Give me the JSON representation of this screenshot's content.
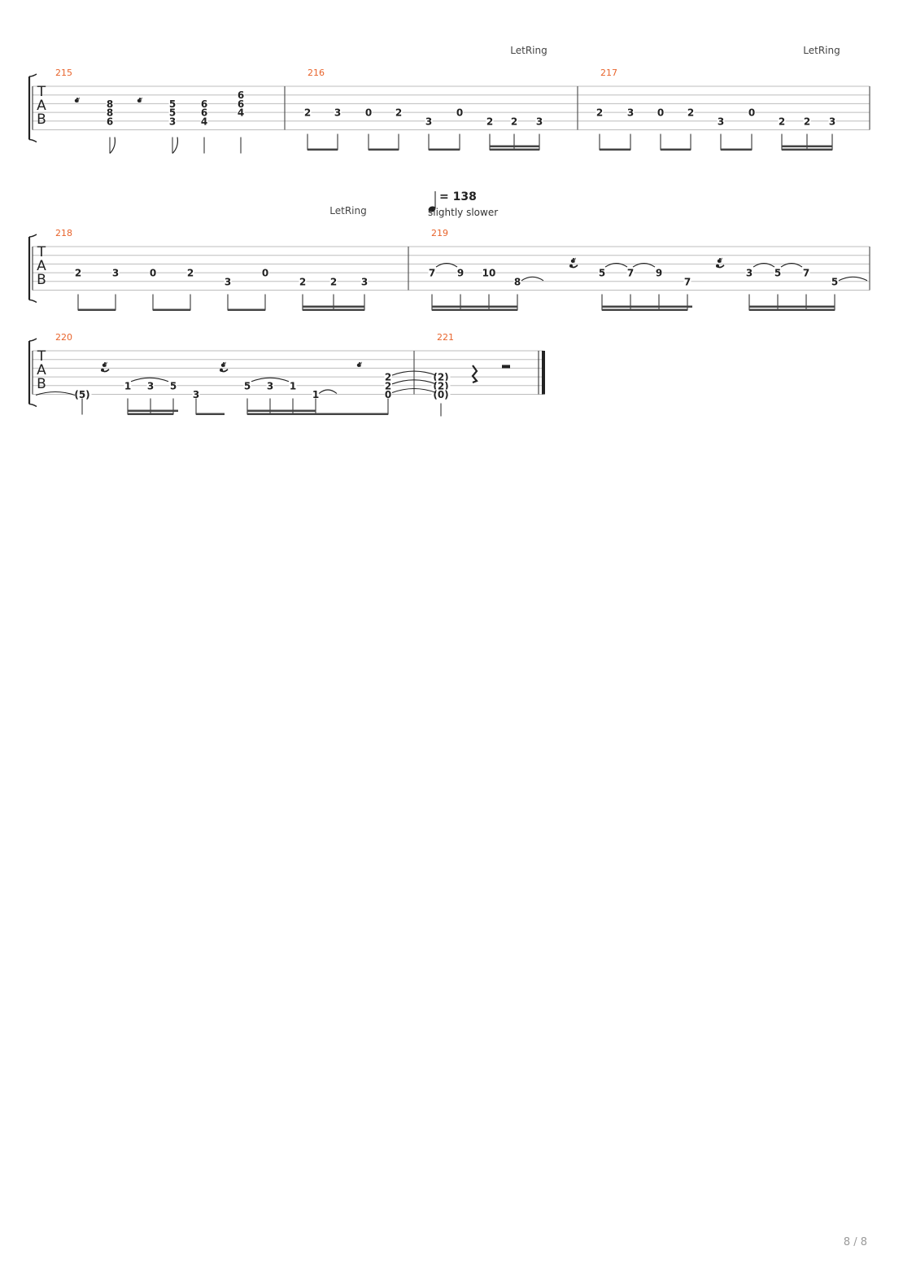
{
  "page_number": "8 / 8",
  "tempo": {
    "value": "= 138",
    "note": "slightly slower"
  },
  "systems": [
    {
      "annotations": [
        {
          "text": "LetRing",
          "at_measure": 216
        },
        {
          "text": "LetRing",
          "at_measure": 217
        }
      ],
      "measures": [
        {
          "number": "215",
          "events": [
            {
              "kind": "rest",
              "rest": "eighth"
            },
            {
              "kind": "chord",
              "notes": [
                {
                  "string": 3,
                  "fret": "8"
                },
                {
                  "string": 4,
                  "fret": "8"
                },
                {
                  "string": 5,
                  "fret": "6"
                }
              ],
              "stem": "flag8"
            },
            {
              "kind": "rest",
              "rest": "eighth"
            },
            {
              "kind": "chord",
              "notes": [
                {
                  "string": 3,
                  "fret": "5"
                },
                {
                  "string": 4,
                  "fret": "5"
                },
                {
                  "string": 5,
                  "fret": "3"
                }
              ],
              "stem": "flag8"
            },
            {
              "kind": "chord",
              "notes": [
                {
                  "string": 3,
                  "fret": "6"
                },
                {
                  "string": 4,
                  "fret": "6"
                },
                {
                  "string": 5,
                  "fret": "4"
                }
              ],
              "stem": "quarter"
            },
            {
              "kind": "chord",
              "notes": [
                {
                  "string": 2,
                  "fret": "6"
                },
                {
                  "string": 3,
                  "fret": "6"
                },
                {
                  "string": 4,
                  "fret": "4"
                }
              ],
              "stem": "quarter"
            }
          ]
        },
        {
          "number": "216",
          "events": [
            {
              "kind": "note",
              "string": 4,
              "fret": "2"
            },
            {
              "kind": "note",
              "string": 4,
              "fret": "3"
            },
            {
              "kind": "note",
              "string": 4,
              "fret": "0"
            },
            {
              "kind": "note",
              "string": 4,
              "fret": "2"
            },
            {
              "kind": "note",
              "string": 5,
              "fret": "3"
            },
            {
              "kind": "note",
              "string": 4,
              "fret": "0"
            },
            {
              "kind": "note",
              "string": 5,
              "fret": "2"
            },
            {
              "kind": "note",
              "string": 5,
              "fret": "2"
            },
            {
              "kind": "note",
              "string": 5,
              "fret": "3"
            }
          ]
        },
        {
          "number": "217",
          "events": [
            {
              "kind": "note",
              "string": 4,
              "fret": "2"
            },
            {
              "kind": "note",
              "string": 4,
              "fret": "3"
            },
            {
              "kind": "note",
              "string": 4,
              "fret": "0"
            },
            {
              "kind": "note",
              "string": 4,
              "fret": "2"
            },
            {
              "kind": "note",
              "string": 5,
              "fret": "3"
            },
            {
              "kind": "note",
              "string": 4,
              "fret": "0"
            },
            {
              "kind": "note",
              "string": 5,
              "fret": "2"
            },
            {
              "kind": "note",
              "string": 5,
              "fret": "2"
            },
            {
              "kind": "note",
              "string": 5,
              "fret": "3"
            }
          ]
        }
      ]
    },
    {
      "annotations": [
        {
          "text": "LetRing",
          "at_measure": 218
        }
      ],
      "measures": [
        {
          "number": "218",
          "events": [
            {
              "kind": "note",
              "string": 4,
              "fret": "2"
            },
            {
              "kind": "note",
              "string": 4,
              "fret": "3"
            },
            {
              "kind": "note",
              "string": 4,
              "fret": "0"
            },
            {
              "kind": "note",
              "string": 4,
              "fret": "2"
            },
            {
              "kind": "note",
              "string": 5,
              "fret": "3"
            },
            {
              "kind": "note",
              "string": 4,
              "fret": "0"
            },
            {
              "kind": "note",
              "string": 5,
              "fret": "2"
            },
            {
              "kind": "note",
              "string": 5,
              "fret": "2"
            },
            {
              "kind": "note",
              "string": 5,
              "fret": "3"
            }
          ]
        },
        {
          "number": "219",
          "events": [
            {
              "kind": "note",
              "string": 4,
              "fret": "7"
            },
            {
              "kind": "note",
              "string": 4,
              "fret": "9"
            },
            {
              "kind": "note",
              "string": 4,
              "fret": "10"
            },
            {
              "kind": "note",
              "string": 5,
              "fret": "8"
            },
            {
              "kind": "rest",
              "rest": "sixteenth"
            },
            {
              "kind": "note",
              "string": 4,
              "fret": "5"
            },
            {
              "kind": "note",
              "string": 4,
              "fret": "7"
            },
            {
              "kind": "note",
              "string": 4,
              "fret": "9"
            },
            {
              "kind": "note",
              "string": 5,
              "fret": "7"
            },
            {
              "kind": "rest",
              "rest": "sixteenth"
            },
            {
              "kind": "note",
              "string": 4,
              "fret": "3"
            },
            {
              "kind": "note",
              "string": 4,
              "fret": "5"
            },
            {
              "kind": "note",
              "string": 4,
              "fret": "7"
            },
            {
              "kind": "note",
              "string": 5,
              "fret": "5"
            }
          ]
        }
      ]
    },
    {
      "annotations": [],
      "measures": [
        {
          "number": "220",
          "events": [
            {
              "kind": "note",
              "string": 6,
              "fret": "(5)"
            },
            {
              "kind": "rest",
              "rest": "sixteenth"
            },
            {
              "kind": "note",
              "string": 5,
              "fret": "1"
            },
            {
              "kind": "note",
              "string": 5,
              "fret": "3"
            },
            {
              "kind": "note",
              "string": 5,
              "fret": "5"
            },
            {
              "kind": "note",
              "string": 6,
              "fret": "3"
            },
            {
              "kind": "rest",
              "rest": "sixteenth"
            },
            {
              "kind": "note",
              "string": 5,
              "fret": "5"
            },
            {
              "kind": "note",
              "string": 5,
              "fret": "3"
            },
            {
              "kind": "note",
              "string": 5,
              "fret": "1"
            },
            {
              "kind": "note",
              "string": 6,
              "fret": "1"
            },
            {
              "kind": "rest",
              "rest": "eighth"
            },
            {
              "kind": "chord",
              "notes": [
                {
                  "string": 4,
                  "fret": "2"
                },
                {
                  "string": 5,
                  "fret": "2"
                },
                {
                  "string": 6,
                  "fret": "0"
                }
              ]
            }
          ]
        },
        {
          "number": "221",
          "events": [
            {
              "kind": "chord",
              "notes": [
                {
                  "string": 4,
                  "fret": "(2)"
                },
                {
                  "string": 5,
                  "fret": "(2)"
                },
                {
                  "string": 6,
                  "fret": "(0)"
                }
              ]
            },
            {
              "kind": "rest",
              "rest": "quarter"
            },
            {
              "kind": "rest",
              "rest": "half"
            }
          ]
        }
      ]
    }
  ],
  "colors": {
    "measure_number": "#e8642c",
    "staff_line": "#bdbdbd",
    "ink": "#222222",
    "page_number": "#9a9a9a"
  }
}
